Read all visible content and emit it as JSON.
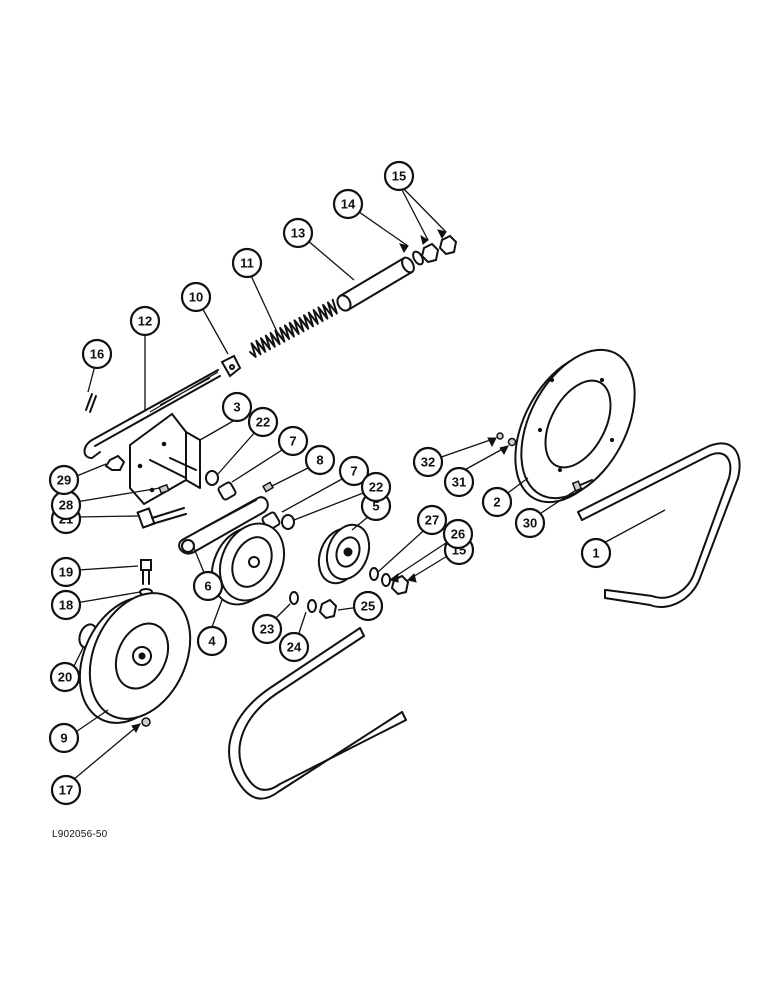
{
  "diagram": {
    "drawing_code": "L902056-50",
    "callouts": [
      {
        "id": "c1",
        "label": "1"
      },
      {
        "id": "c2",
        "label": "2"
      },
      {
        "id": "c3",
        "label": "3"
      },
      {
        "id": "c4",
        "label": "4"
      },
      {
        "id": "c5",
        "label": "5"
      },
      {
        "id": "c6",
        "label": "6"
      },
      {
        "id": "c7a",
        "label": "7"
      },
      {
        "id": "c7b",
        "label": "7"
      },
      {
        "id": "c8",
        "label": "8"
      },
      {
        "id": "c9",
        "label": "9"
      },
      {
        "id": "c10",
        "label": "10"
      },
      {
        "id": "c11",
        "label": "11"
      },
      {
        "id": "c12",
        "label": "12"
      },
      {
        "id": "c13",
        "label": "13"
      },
      {
        "id": "c14",
        "label": "14"
      },
      {
        "id": "c15a",
        "label": "15"
      },
      {
        "id": "c15b",
        "label": "15"
      },
      {
        "id": "c16",
        "label": "16"
      },
      {
        "id": "c17",
        "label": "17"
      },
      {
        "id": "c18",
        "label": "18"
      },
      {
        "id": "c19",
        "label": "19"
      },
      {
        "id": "c20",
        "label": "20"
      },
      {
        "id": "c21",
        "label": "21"
      },
      {
        "id": "c22a",
        "label": "22"
      },
      {
        "id": "c22b",
        "label": "22"
      },
      {
        "id": "c23",
        "label": "23"
      },
      {
        "id": "c24",
        "label": "24"
      },
      {
        "id": "c25",
        "label": "25"
      },
      {
        "id": "c26",
        "label": "26"
      },
      {
        "id": "c27",
        "label": "27"
      },
      {
        "id": "c28",
        "label": "28"
      },
      {
        "id": "c29",
        "label": "29"
      },
      {
        "id": "c30",
        "label": "30"
      },
      {
        "id": "c31",
        "label": "31"
      },
      {
        "id": "c32",
        "label": "32"
      }
    ]
  }
}
